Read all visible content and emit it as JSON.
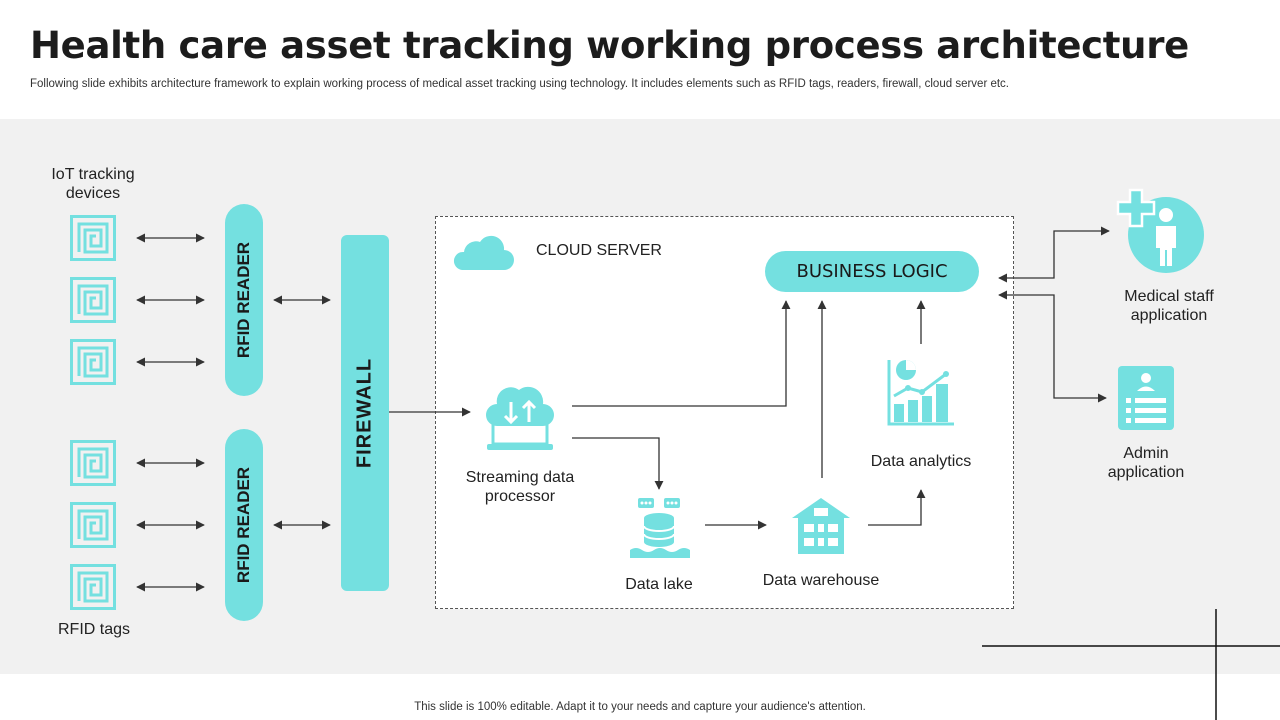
{
  "header": {
    "title": "Health care asset tracking working process architecture",
    "subtitle": "Following slide exhibits architecture framework to explain working process of medical asset tracking using technology. It includes elements such as RFID tags, readers, firewall, cloud server etc."
  },
  "diagram": {
    "iot_label": "IoT tracking devices",
    "rfid_tags_label": "RFID tags",
    "rfid_reader_label": "RFID READER",
    "firewall_label": "FIREWALL",
    "cloud_server_label": "CLOUD SERVER",
    "business_logic_label": "BUSINESS LOGIC",
    "streaming_label": "Streaming data processor",
    "data_lake_label": "Data lake",
    "data_warehouse_label": "Data warehouse",
    "data_analytics_label": "Data analytics",
    "medical_staff_label": "Medical staff application",
    "admin_label": "Admin application"
  },
  "footer": {
    "text": "This slide is 100% editable. Adapt it to your needs and capture your audience's attention."
  },
  "colors": {
    "accent": "#74e0e0",
    "panel_bg": "#f1f1f1",
    "text": "#1c1c1c"
  },
  "icons": [
    "rfid-tag-icon",
    "cloud-icon",
    "cloud-upload-laptop-icon",
    "database-icon",
    "building-icon",
    "analytics-chart-icon",
    "medical-staff-icon",
    "admin-profile-icon"
  ]
}
